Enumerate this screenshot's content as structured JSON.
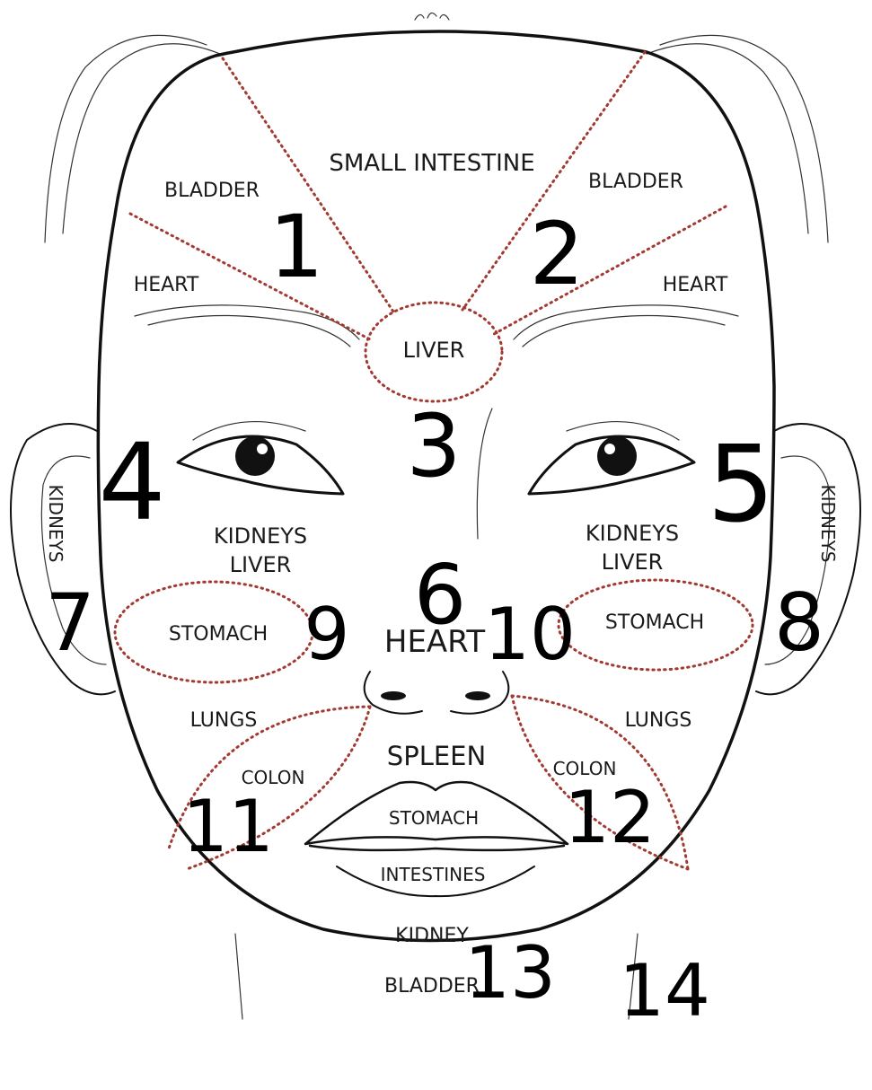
{
  "colors": {
    "zone_line": "#a33a32",
    "outline": "#111111",
    "text": "#1a1a1a"
  },
  "labels": {
    "small_intestine": "SMALL INTESTINE",
    "bladder_left": "BLADDER",
    "bladder_right": "BLADDER",
    "heart_left": "HEART",
    "heart_right": "HEART",
    "liver": "LIVER",
    "kidneys_left": "KIDNEYS",
    "kidneys_right": "KIDNEYS",
    "kidneys_liver_left_1": "KIDNEYS",
    "kidneys_liver_left_2": "LIVER",
    "kidneys_liver_right_1": "KIDNEYS",
    "kidneys_liver_right_2": "LIVER",
    "stomach_left": "STOMACH",
    "stomach_right": "STOMACH",
    "heart_center": "HEART",
    "lungs_left": "LUNGS",
    "lungs_right": "LUNGS",
    "spleen": "SPLEEN",
    "colon_left": "COLON",
    "colon_right": "COLON",
    "stomach_mouth": "STOMACH",
    "intestines": "INTESTINES",
    "kidney_chin": "KIDNEY",
    "bladder_chin": "BLADDER"
  },
  "numbers": {
    "n1": "1",
    "n2": "2",
    "n3": "3",
    "n4": "4",
    "n5": "5",
    "n6": "6",
    "n7": "7",
    "n8": "8",
    "n9": "9",
    "n10": "10",
    "n11": "11",
    "n12": "12",
    "n13": "13",
    "n14": "14"
  }
}
